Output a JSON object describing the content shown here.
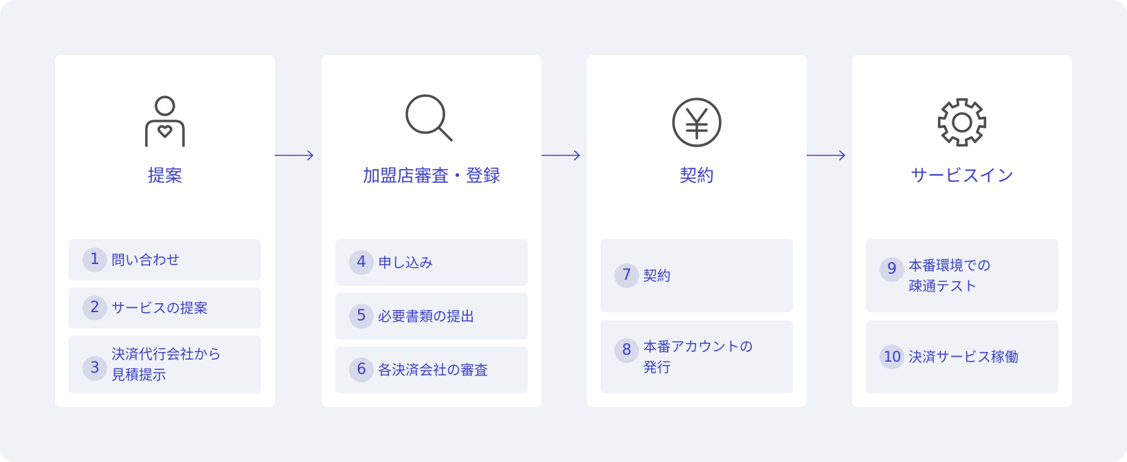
{
  "colors": {
    "accent": "#3e42c8",
    "icon": "#4d4d4d",
    "panel": "#eff2f7",
    "badge": "#d5d9ea",
    "card": "#ffffff"
  },
  "stages": [
    {
      "title": "提案",
      "icon": "user-heart-icon",
      "steps": [
        {
          "num": "1",
          "text": "問い合わせ"
        },
        {
          "num": "2",
          "text": "サービスの提案"
        },
        {
          "num": "3",
          "text": "決済代行会社から\n見積提示"
        }
      ]
    },
    {
      "title": "加盟店審査・登録",
      "icon": "search-icon",
      "steps": [
        {
          "num": "4",
          "text": "申し込み"
        },
        {
          "num": "5",
          "text": "必要書類の提出"
        },
        {
          "num": "6",
          "text": "各決済会社の審査"
        }
      ]
    },
    {
      "title": "契約",
      "icon": "yen-icon",
      "steps": [
        {
          "num": "7",
          "text": "契約"
        },
        {
          "num": "8",
          "text": "本番アカウントの\n発行"
        }
      ]
    },
    {
      "title": "サービスイン",
      "icon": "gear-icon",
      "steps": [
        {
          "num": "9",
          "text": "本番環境での\n疎通テスト"
        },
        {
          "num": "10",
          "text": "決済サービス稼働"
        }
      ]
    }
  ],
  "arrows": [
    "arrow-right-icon",
    "arrow-right-icon",
    "arrow-right-icon"
  ]
}
